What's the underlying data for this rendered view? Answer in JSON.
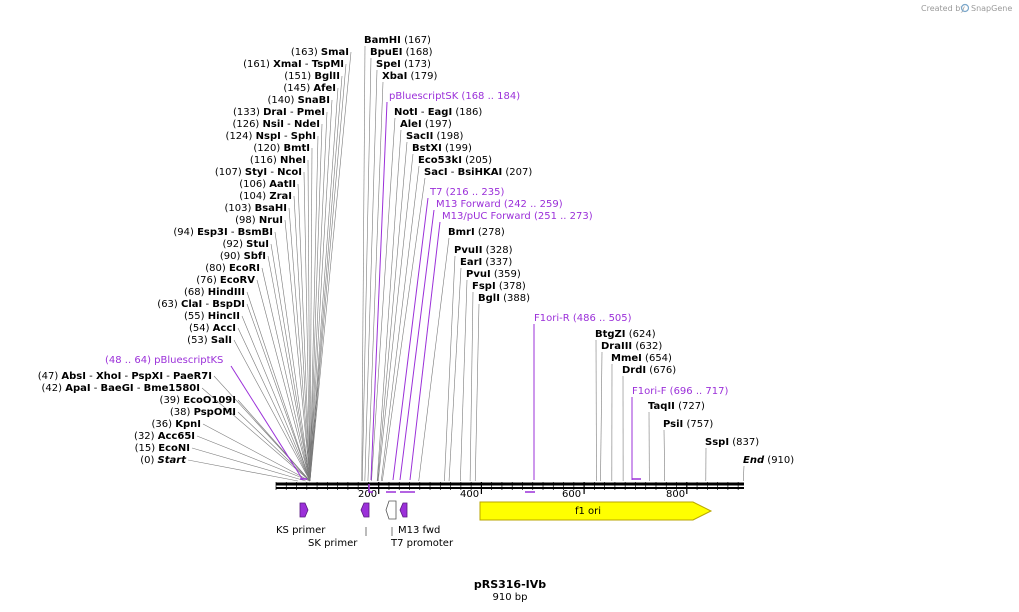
{
  "plasmid": {
    "name": "pRS316-IVb",
    "length_label": "910 bp",
    "length": 910
  },
  "credit": {
    "prefix": "Created by",
    "brand": "SnapGene"
  },
  "ruler": {
    "ticks": [
      "200",
      "400",
      "600",
      "800"
    ]
  },
  "enzymes_left": [
    {
      "name": "SmaI",
      "pos": "(163)"
    },
    {
      "name": "XmaI",
      "pos": "(161)",
      "pair": "TspMI"
    },
    {
      "name": "BglII",
      "pos": "(151)"
    },
    {
      "name": "AfeI",
      "pos": "(145)"
    },
    {
      "name": "SnaBI",
      "pos": "(140)"
    },
    {
      "name": "DraI",
      "pos": "(133)",
      "pair": "PmeI"
    },
    {
      "name": "NsiI",
      "pos": "(126)",
      "pair": "NdeI"
    },
    {
      "name": "NspI",
      "pos": "(124)",
      "pair": "SphI"
    },
    {
      "name": "BmtI",
      "pos": "(120)"
    },
    {
      "name": "NheI",
      "pos": "(116)"
    },
    {
      "name": "StyI",
      "pos": "(107)",
      "pair": "NcoI"
    },
    {
      "name": "AatII",
      "pos": "(106)"
    },
    {
      "name": "ZraI",
      "pos": "(104)"
    },
    {
      "name": "BsaHI",
      "pos": "(103)"
    },
    {
      "name": "NruI",
      "pos": "(98)"
    },
    {
      "name": "Esp3I",
      "pos": "(94)",
      "pair": "BsmBI"
    },
    {
      "name": "StuI",
      "pos": "(92)"
    },
    {
      "name": "SbfI",
      "pos": "(90)"
    },
    {
      "name": "EcoRI",
      "pos": "(80)"
    },
    {
      "name": "EcoRV",
      "pos": "(76)"
    },
    {
      "name": "HindIII",
      "pos": "(68)"
    },
    {
      "name": "ClaI",
      "pos": "(63)",
      "pair": "BspDI"
    },
    {
      "name": "HincII",
      "pos": "(55)"
    },
    {
      "name": "AccI",
      "pos": "(54)"
    },
    {
      "name": "SalI",
      "pos": "(53)"
    },
    {
      "name": "AbsI",
      "pos": "(47)",
      "extra": [
        "XhoI",
        "PspXI",
        "PaeR7I"
      ]
    },
    {
      "name": "ApaI",
      "pos": "(42)",
      "extra": [
        "BaeGI",
        "Bme1580I"
      ]
    },
    {
      "name": "EcoO109I",
      "pos": "(39)"
    },
    {
      "name": "PspOMI",
      "pos": "(38)"
    },
    {
      "name": "KpnI",
      "pos": "(36)"
    },
    {
      "name": "Acc65I",
      "pos": "(32)"
    },
    {
      "name": "EcoNI",
      "pos": "(15)"
    },
    {
      "name": "Start",
      "pos": "(0)"
    }
  ],
  "enzymes_top": [
    {
      "name": "BamHI",
      "pos": "(167)"
    },
    {
      "name": "BpuEI",
      "pos": "(168)"
    },
    {
      "name": "SpeI",
      "pos": "(173)"
    },
    {
      "name": "XbaI",
      "pos": "(179)"
    },
    {
      "name": "NotI",
      "pos": "(186)",
      "pair": "EagI"
    },
    {
      "name": "AleI",
      "pos": "(197)"
    },
    {
      "name": "SacII",
      "pos": "(198)"
    },
    {
      "name": "BstXI",
      "pos": "(199)"
    },
    {
      "name": "Eco53kI",
      "pos": "(205)"
    },
    {
      "name": "SacI",
      "pos": "(207)",
      "pair": "BsiHKAI"
    },
    {
      "name": "BmrI",
      "pos": "(278)"
    },
    {
      "name": "PvuII",
      "pos": "(328)"
    },
    {
      "name": "EarI",
      "pos": "(337)"
    },
    {
      "name": "PvuI",
      "pos": "(359)"
    },
    {
      "name": "FspI",
      "pos": "(378)"
    },
    {
      "name": "BglI",
      "pos": "(388)"
    },
    {
      "name": "BtgZI",
      "pos": "(624)"
    },
    {
      "name": "DraIII",
      "pos": "(632)"
    },
    {
      "name": "MmeI",
      "pos": "(654)"
    },
    {
      "name": "DrdI",
      "pos": "(676)"
    },
    {
      "name": "TaqII",
      "pos": "(727)"
    },
    {
      "name": "PsiI",
      "pos": "(757)"
    },
    {
      "name": "SspI",
      "pos": "(837)"
    },
    {
      "name": "End",
      "pos": "(910)"
    }
  ],
  "feature_labels": [
    {
      "name": "pBluescriptSK",
      "range": "(168 .. 184)"
    },
    {
      "name": "T7",
      "range": "(216 .. 235)"
    },
    {
      "name": "M13 Forward",
      "range": "(242 .. 259)"
    },
    {
      "name": "M13/pUC Forward",
      "range": "(251 .. 273)"
    },
    {
      "name": "F1ori-R",
      "range": "(486 .. 505)"
    },
    {
      "name": "F1ori-F",
      "range": "(696 .. 717)"
    },
    {
      "name": "pBluescriptKS",
      "range": "(48 .. 64)"
    }
  ],
  "features": {
    "f1_ori": "f1 ori",
    "ks_primer": "KS primer",
    "sk_primer": "SK primer",
    "m13_fwd": "M13 fwd",
    "t7_promoter": "T7 promoter"
  },
  "colors": {
    "feature": "#9b30d9",
    "f1ori_fill": "#ffff00",
    "f1ori_stroke": "#b8a600",
    "backbone": "#000000",
    "leader": "#7a7a7a"
  }
}
